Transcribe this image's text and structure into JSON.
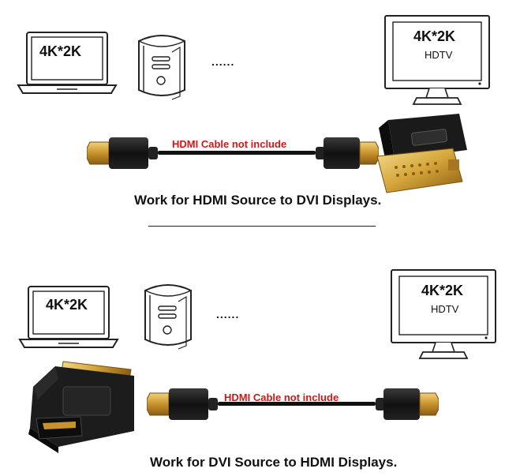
{
  "top": {
    "laptop_text": "4K*2K",
    "ellipsis": "......",
    "monitor_title": "4K*2K",
    "monitor_subtitle": "HDTV",
    "cable_label": "HDMI Cable not include",
    "caption": "Work for HDMI Source to DVI Displays."
  },
  "bottom": {
    "laptop_text": "4K*2K",
    "ellipsis": "......",
    "monitor_title": "4K*2K",
    "monitor_subtitle": "HDTV",
    "cable_label": "HDMI Cable not include",
    "caption": "Work for DVI Source to HDMI Displays."
  },
  "colors": {
    "cable_label": "#d01818",
    "connector_gold": "#d4a53a",
    "adapter_body": "#1a1a1a"
  }
}
